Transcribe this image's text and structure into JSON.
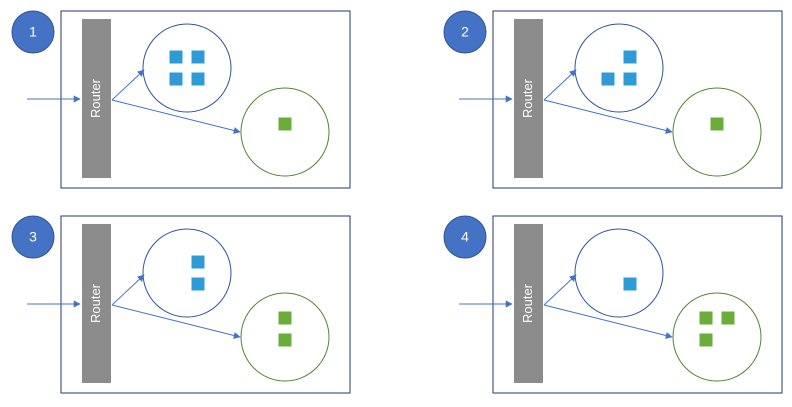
{
  "colors": {
    "frame": "#1F3864",
    "router": "#8C8C8C",
    "router_text": "#FFFFFF",
    "badge": "#4472C4",
    "badge_text": "#FFFFFF",
    "arrow": "#4472C4",
    "blue_pool": "#2F5597",
    "green_pool": "#548235",
    "blue_square": "#2E9BD6",
    "green_square": "#6AAE3A"
  },
  "router_label": "Router",
  "panels": [
    {
      "step": "1",
      "blue_count": 4,
      "green_count": 1
    },
    {
      "step": "2",
      "blue_count": 3,
      "green_count": 1
    },
    {
      "step": "3",
      "blue_count": 2,
      "green_count": 2
    },
    {
      "step": "4",
      "blue_count": 1,
      "green_count": 3
    }
  ]
}
